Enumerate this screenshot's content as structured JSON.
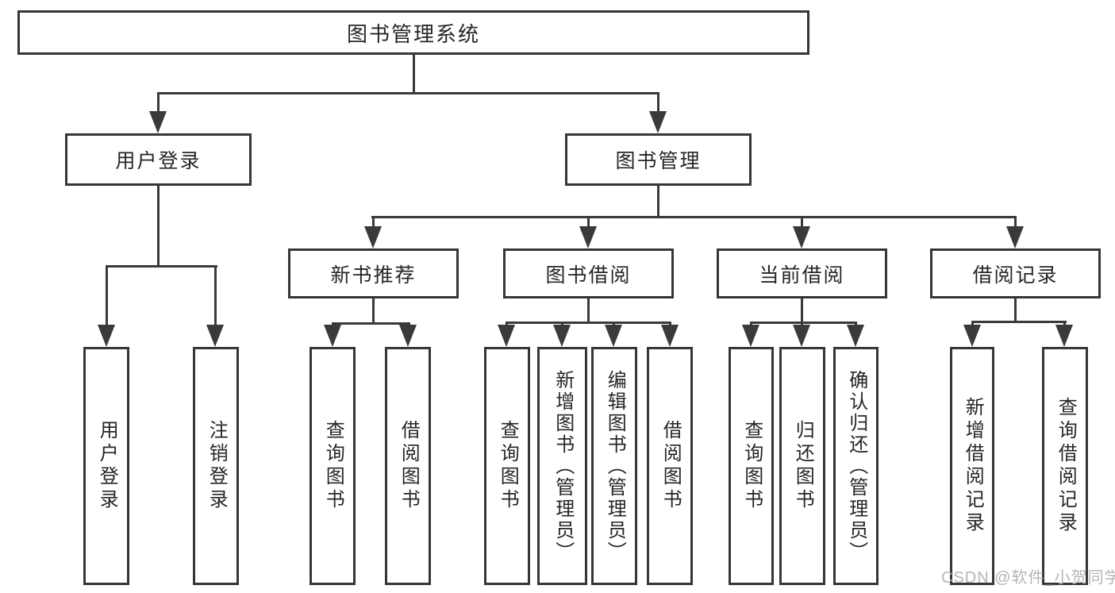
{
  "colors": {
    "background": "#ffffff",
    "box_border": "#363636",
    "line": "#3a3a3a",
    "text": "#262626",
    "watermark": "#b6b6b6"
  },
  "watermark": {
    "text": "CSDN @软件_小贺同学"
  },
  "tree": {
    "root": {
      "label": "图书管理系统",
      "children": [
        {
          "label": "用户登录",
          "children": [
            {
              "label": "用户登录"
            },
            {
              "label": "注销登录"
            }
          ]
        },
        {
          "label": "图书管理",
          "children": [
            {
              "label": "新书推荐",
              "children": [
                {
                  "label": "查询图书"
                },
                {
                  "label": "借阅图书"
                }
              ]
            },
            {
              "label": "图书借阅",
              "children": [
                {
                  "label": "查询图书"
                },
                {
                  "label": "新增图书（管理员）"
                },
                {
                  "label": "编辑图书（管理员）"
                },
                {
                  "label": "借阅图书"
                }
              ]
            },
            {
              "label": "当前借阅",
              "children": [
                {
                  "label": "查询图书"
                },
                {
                  "label": "归还图书"
                },
                {
                  "label": "确认归还（管理员）"
                }
              ]
            },
            {
              "label": "借阅记录",
              "children": [
                {
                  "label": "新增借阅记录"
                },
                {
                  "label": "查询借阅记录"
                }
              ]
            }
          ]
        }
      ]
    }
  }
}
